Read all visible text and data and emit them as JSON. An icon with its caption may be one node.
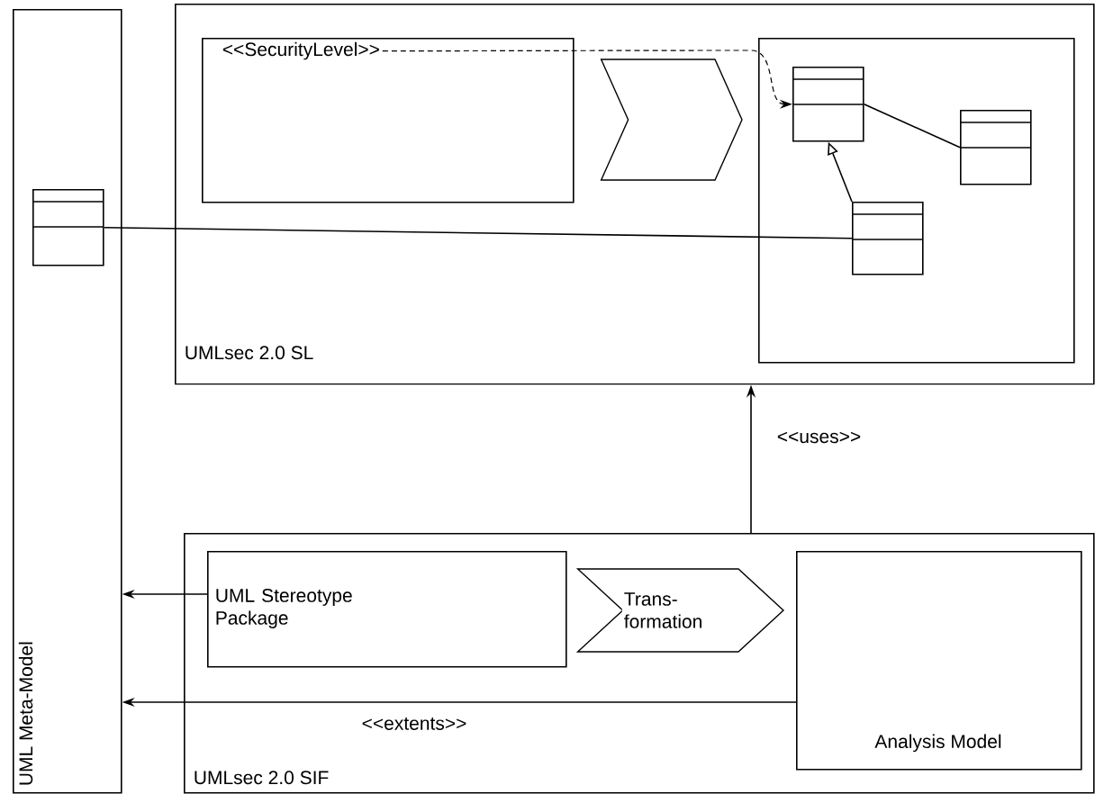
{
  "diagram": {
    "nodes": [
      {
        "text": [
          "UML Meta-Model"
        ]
      },
      {
        "text": [],
        "shape": "box",
        "in": 0
      },
      {
        "text": [
          "UMLsec 2.0 SL"
        ]
      },
      {
        "text": [
          "<<SecurityLevel>>"
        ],
        "in": 2
      },
      {
        "text": [],
        "shape": "box",
        "in": 2
      },
      {
        "text": [],
        "shape": "box",
        "in": 4
      },
      {
        "text": [],
        "shape": "box",
        "in": 4
      },
      {
        "text": [],
        "shape": "box",
        "in": 4
      },
      {
        "text": [
          "UMLsec 2.0 SIF"
        ]
      },
      {
        "text": [
          "UML Stereotype Package"
        ],
        "in": 8
      },
      {
        "text": [
          "Analysis Model"
        ],
        "in": 8
      }
    ],
    "edges": [
      {
        "from": 1,
        "to": 7,
        "arrow": "none"
      },
      {
        "from": 3,
        "to": 5,
        "arrow": "to",
        "style": "dashed"
      },
      {
        "from": 5,
        "to": 6,
        "arrow": "none"
      },
      {
        "from": 7,
        "to": 5,
        "arrow": "to"
      },
      {
        "from": 8,
        "to": 2,
        "arrow": "to",
        "label": "<<uses>>"
      },
      {
        "from": 9,
        "to": 0,
        "arrow": "to"
      },
      {
        "from": 10,
        "to": 0,
        "arrow": "to",
        "label": "<<extents>>"
      },
      {
        "from": 3,
        "to": 4,
        "arrow": "to"
      },
      {
        "from": 9,
        "to": 10,
        "arrow": "to",
        "label": "Trans- formation"
      }
    ]
  }
}
